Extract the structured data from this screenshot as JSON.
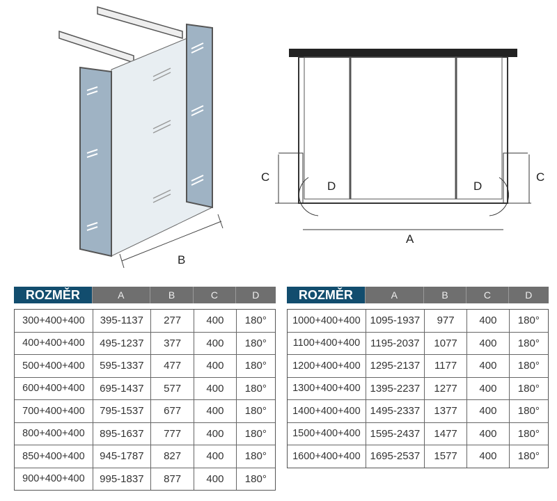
{
  "diagram_labels": {
    "b": "B",
    "a": "A",
    "c_left": "C",
    "c_right": "C",
    "d_left": "D",
    "d_right": "D"
  },
  "colors": {
    "header_blue": "#124d6e",
    "header_gray": "#6f6f6f"
  },
  "tables": [
    {
      "headers": [
        "ROZMĚR",
        "A",
        "B",
        "C",
        "D"
      ],
      "rows": [
        [
          "300+400+400",
          "395-1137",
          "277",
          "400",
          "180°"
        ],
        [
          "400+400+400",
          "495-1237",
          "377",
          "400",
          "180°"
        ],
        [
          "500+400+400",
          "595-1337",
          "477",
          "400",
          "180°"
        ],
        [
          "600+400+400",
          "695-1437",
          "577",
          "400",
          "180°"
        ],
        [
          "700+400+400",
          "795-1537",
          "677",
          "400",
          "180°"
        ],
        [
          "800+400+400",
          "895-1637",
          "777",
          "400",
          "180°"
        ],
        [
          "850+400+400",
          "945-1787",
          "827",
          "400",
          "180°"
        ],
        [
          "900+400+400",
          "995-1837",
          "877",
          "400",
          "180°"
        ]
      ]
    },
    {
      "headers": [
        "ROZMĚR",
        "A",
        "B",
        "C",
        "D"
      ],
      "rows": [
        [
          "1000+400+400",
          "1095-1937",
          "977",
          "400",
          "180°"
        ],
        [
          "1100+400+400",
          "1195-2037",
          "1077",
          "400",
          "180°"
        ],
        [
          "1200+400+400",
          "1295-2137",
          "1177",
          "400",
          "180°"
        ],
        [
          "1300+400+400",
          "1395-2237",
          "1277",
          "400",
          "180°"
        ],
        [
          "1400+400+400",
          "1495-2337",
          "1377",
          "400",
          "180°"
        ],
        [
          "1500+400+400",
          "1595-2437",
          "1477",
          "400",
          "180°"
        ],
        [
          "1600+400+400",
          "1695-2537",
          "1577",
          "400",
          "180°"
        ]
      ]
    }
  ]
}
